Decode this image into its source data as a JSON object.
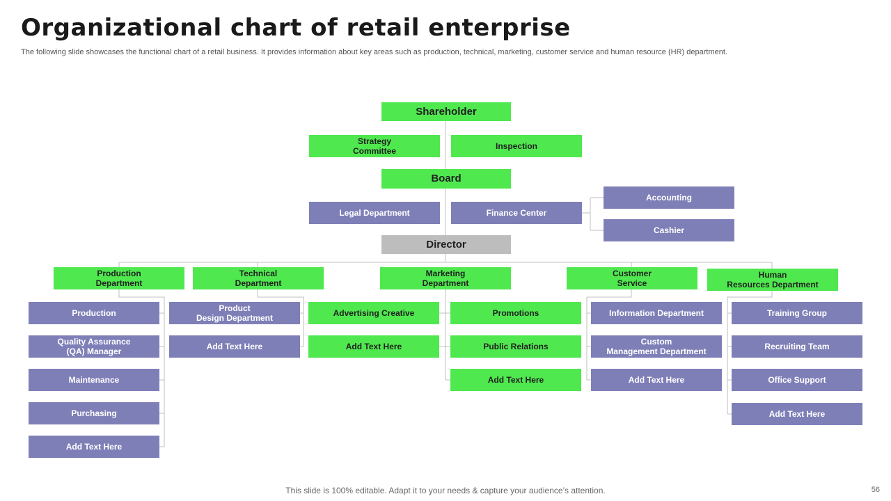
{
  "title": "Organizational chart of retail enterprise",
  "subtitle": "The following slide showcases the functional chart of a retail business. It provides information about key areas such as production, technical, marketing, customer service and human resource (HR) department.",
  "footer": "This slide is 100% editable. Adapt it to your needs & capture your audience’s attention.",
  "page_number": "56",
  "colors": {
    "green": "#4fe84f",
    "purple": "#7f7fb8",
    "grey": "#bdbdbd",
    "line": "#bfbfbf"
  },
  "chart": {
    "shareholder": "Shareholder",
    "strategy_committee": "Strategy\nCommittee",
    "inspection": "Inspection",
    "board": "Board",
    "legal_department": "Legal Department",
    "finance_center": "Finance Center",
    "accounting": "Accounting",
    "cashier": "Cashier",
    "director": "Director",
    "production_department": {
      "title": "Production\nDepartment",
      "children": [
        "Production",
        "Quality Assurance\n(QA) Manager",
        "Maintenance",
        "Purchasing",
        "Add  Text Here"
      ]
    },
    "technical_department": {
      "title": "Technical\nDepartment",
      "children": [
        "Product\nDesign Department",
        "Add  Text Here"
      ]
    },
    "marketing_department": {
      "title": "Marketing\nDepartment",
      "left_children": [
        "Advertising Creative",
        "Add  Text Here"
      ],
      "right_children": [
        "Promotions",
        "Public Relations",
        "Add  Text Here"
      ]
    },
    "customer_service": {
      "title": "Customer\nService",
      "children": [
        "Information Department",
        "Custom\nManagement Department",
        "Add  Text Here"
      ]
    },
    "human_resources": {
      "title": "Human\nResources Department",
      "children": [
        "Training Group",
        "Recruiting Team",
        "Office Support",
        "Add  Text Here"
      ]
    }
  }
}
